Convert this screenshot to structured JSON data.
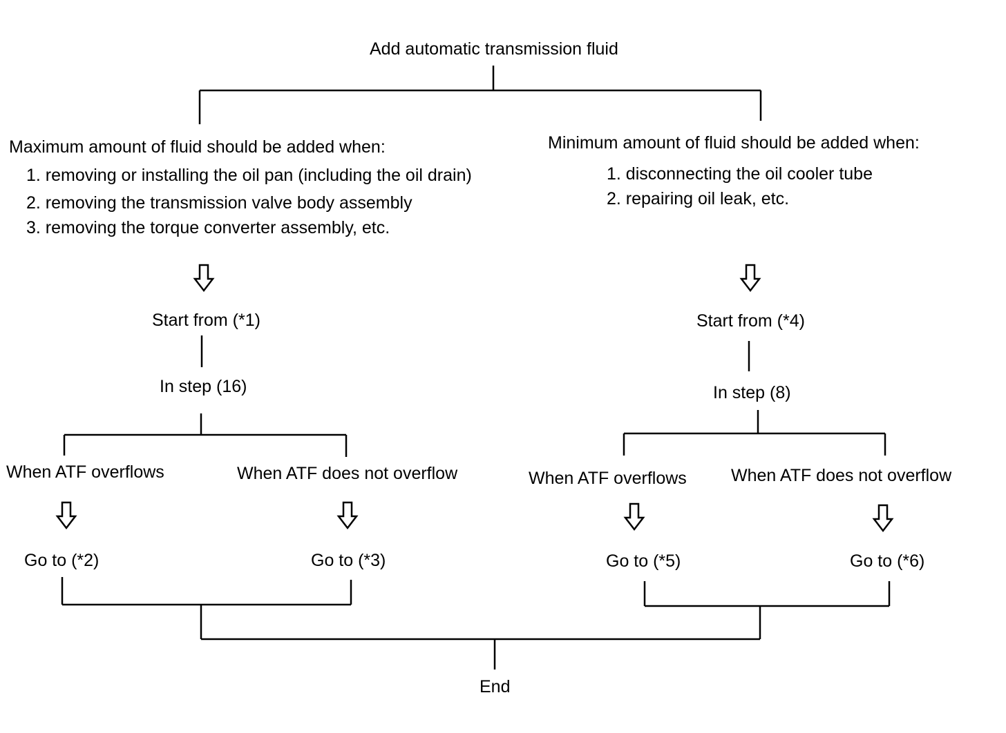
{
  "diagram": {
    "title": "Add automatic transmission fluid",
    "left": {
      "heading": "Maximum amount of fluid should be added when:",
      "items": [
        "1. removing or installing the oil pan (including the oil drain)",
        "2. removing the transmission valve body assembly",
        "3. removing the torque converter assembly, etc."
      ],
      "start": "Start from (*1)",
      "step": "In step (16)",
      "overflow": "When ATF overflows",
      "no_overflow": "When ATF does not overflow",
      "goto_overflow": "Go to (*2)",
      "goto_no_overflow": "Go to (*3)"
    },
    "right": {
      "heading": "Minimum amount of fluid should be added when:",
      "items": [
        "1. disconnecting the oil cooler tube",
        "2. repairing oil leak, etc."
      ],
      "start": "Start from (*4)",
      "step": "In step (8)",
      "overflow": "When ATF overflows",
      "no_overflow": "When ATF does not overflow",
      "goto_overflow": "Go to (*5)",
      "goto_no_overflow": "Go to (*6)"
    },
    "end": "End",
    "colors": {
      "line": "#000000",
      "background": "#ffffff"
    }
  }
}
